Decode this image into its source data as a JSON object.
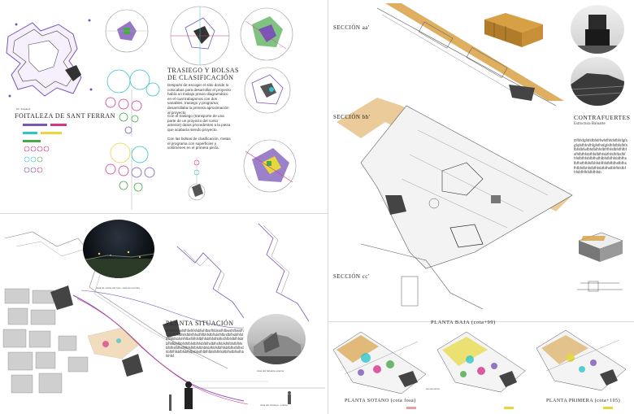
{
  "panel_left_top": {
    "fortress_title": "FOITALEZA DE SANT FERRAN",
    "fortress_caption": "01 / fortaleza",
    "section_title_line1": "TRASIEGO Y BOLSAS",
    "section_title_line2": "DE CLASIFICACIÓN",
    "paragraph1": "Después de escoger el sitio donde lo colocabas para desarrollar el proyecto había un trabajo previo diagramático en el cual trabajamos con dos variables, trasiego y programa; desarrollaba la primera aproximación al proyecto",
    "paragraph2": "Con el trasiego (transporte de una parte de un proyecto del curso anterior) datos procedentes a la pieza que acabaría siendo proyecto.",
    "paragraph3": "Con las bolsas de clasificación, metas el programa con superficies y volúmenes en el primera pieza."
  },
  "panel_left_bottom": {
    "situation_title": "PLANTA SITUACIÓN",
    "situation_text": "fdsfsfdsfrwfsfhfwhfsfsbfwhfbsrfhfdsmfhfbwsfsfhwsfhfsfdsfhfsfbfsfsfbfsfhfsdfhfbhfsfbfhdsfhfbrsfbfhsbfhfsfbsfbhfsbfshfhfbsfhfhfsfbfhfsbfbfsfhbfhsfhfbfsfbfhfsbfbfhsfbfsfhbfsfhfbfsfbfhfsbfbfhsfbfhsfhbfsfhfbfsfbfhfsbfbfhsfbfhsfhfbfsfhfbfsfbhbfsbfhbfsfbfhfsbfbfhsfbfhsfhbfhfhfsbfbfsbfbfbsbhsfhfbfhfbfsfbfhfsbfbfhsfbfhsfhbfshfsf",
    "night_photo_caption": "vista de noche del foso, vista al mar libre",
    "fort_photo_caption": "vista del baluarte exterior",
    "bottom_caption": "vista del trasiego - enlace"
  },
  "panel_right_top": {
    "section_aa": "SECCIÓN aa'",
    "section_bb": "SECCIÓN bb'",
    "section_cc": "SECCIÓN cc'",
    "contrafuertes_title": "CONTRAFUERTES",
    "contrafuertes_subtitle": "Estructura Baluarte",
    "contrafuertes_text": "Dfhfsfgfsfsfbfsfrfwfsfhfsfsfbfsfgfsgfqfsfhfrsfhfgfsfhsfgfsfhfsfbfsfhfsfbfsfbfwfbfsfbfhfsfbfrfhfsfbfsfhfbfsfhfbfhfsbfhfsfbfhfsbfhfsfhfbsfhfhfsfbfhfsbfbfhsfhfbfsfbfhfsbfbfhsfbfhsfhfbfsfbhfsbfhfsfbfbfhsfbfhsfhfbfsfbhfsfbfhfsbfbfhsfbhfhfsfbfhfsbfhfhfsfbfhfsb"
  },
  "panel_right_bottom": {
    "planta_baja": "PLANTA BAJA (cota+99)",
    "planta_sotano": "PLANTA SOTANO (cota fosa)",
    "planta_primera": "PLANTA PRIMERA (cota+105)",
    "axonometric_caption": "axonometría"
  },
  "colors": {
    "ochre": "#d8a045",
    "purple": "#7a55b8",
    "cyan": "#2fc6c9",
    "magenta": "#d6358b",
    "green": "#4aa84a",
    "yellow": "#e6d83a"
  }
}
